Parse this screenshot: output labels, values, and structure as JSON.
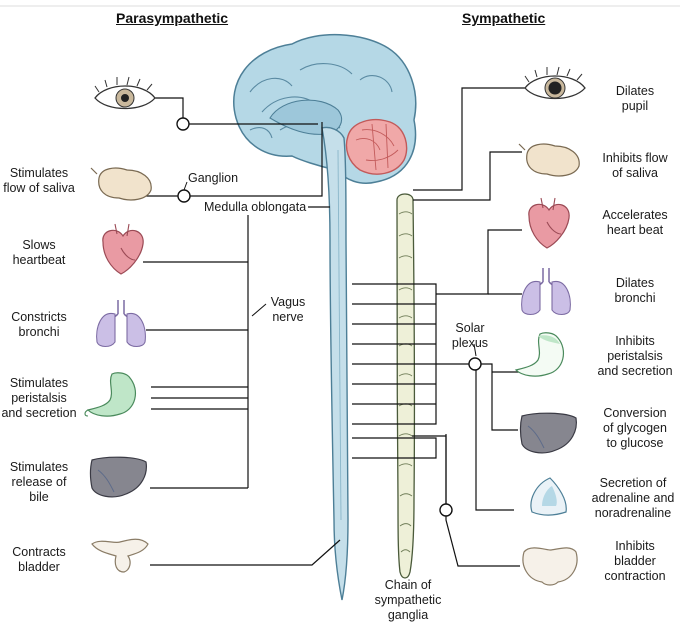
{
  "headers": {
    "left": "Parasympathetic",
    "right": "Sympathetic"
  },
  "center_labels": {
    "ganglion": "Ganglion",
    "medulla": "Medulla oblongata",
    "vagus": "Vagus\nnerve",
    "solar": "Solar\nplexus",
    "chain": "Chain of\nsympathetic\nganglia"
  },
  "parasympathetic": [
    {
      "organ": "eye",
      "effect": ""
    },
    {
      "organ": "salivary-gland",
      "effect": "Stimulates\nflow of saliva"
    },
    {
      "organ": "heart",
      "effect": "Slows\nheartbeat"
    },
    {
      "organ": "lungs",
      "effect": "Constricts\nbronchi"
    },
    {
      "organ": "stomach",
      "effect": "Stimulates\nperistalsis\nand secretion"
    },
    {
      "organ": "liver",
      "effect": "Stimulates\nrelease of\nbile"
    },
    {
      "organ": "bladder",
      "effect": "Contracts\nbladder"
    }
  ],
  "sympathetic": [
    {
      "organ": "eye",
      "effect": "Dilates\npupil"
    },
    {
      "organ": "salivary-gland",
      "effect": "Inhibits flow\nof saliva"
    },
    {
      "organ": "heart",
      "effect": "Accelerates\nheart beat"
    },
    {
      "organ": "lungs",
      "effect": "Dilates\nbronchi"
    },
    {
      "organ": "stomach",
      "effect": "Inhibits\nperistalsis\nand secretion"
    },
    {
      "organ": "liver",
      "effect": "Conversion\nof glycogen\nto glucose"
    },
    {
      "organ": "adrenal-gland",
      "effect": "Secretion of\nadrenaline and\nnoradrenaline"
    },
    {
      "organ": "bladder",
      "effect": "Inhibits\nbladder\ncontraction"
    }
  ],
  "colors": {
    "brain": "#b5d8e6",
    "cerebellum": "#f0a8a8",
    "spinal_cord": "#c5dfea",
    "ganglia_chain": "#eef0d8",
    "heart": "#e99aa3",
    "lungs": "#cbbfe6",
    "liver": "#86868f",
    "stomach": "#bfe6c8",
    "gland": "#f1e3cc",
    "bladder": "#f6f1e9",
    "line": "#111111"
  }
}
